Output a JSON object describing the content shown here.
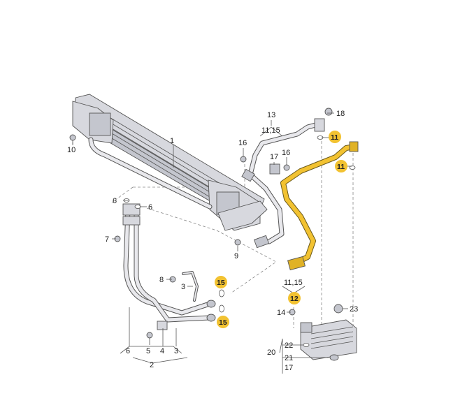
{
  "labels": {
    "l1": "1",
    "l2": "2",
    "l3a": "3",
    "l3b": "3",
    "l4": "4",
    "l5": "5",
    "l6a": "6",
    "l6b": "6",
    "l6c": "6",
    "l7": "7",
    "l8": "8",
    "l9": "9",
    "l10": "10",
    "l11a": "11",
    "l11b": "11",
    "l12": "12",
    "l13": "13",
    "l1115a": "11,15",
    "l1115b": "11,15",
    "l14": "14",
    "l15a": "15",
    "l15b": "15",
    "l16a": "16",
    "l16b": "16",
    "l17a": "17",
    "l17b": "17",
    "l18": "18",
    "l20": "20",
    "l21": "21",
    "l22": "22",
    "l23": "23"
  },
  "colors": {
    "highlight": "#f2c231",
    "line": "#555555",
    "metal": "#d7d8de"
  }
}
